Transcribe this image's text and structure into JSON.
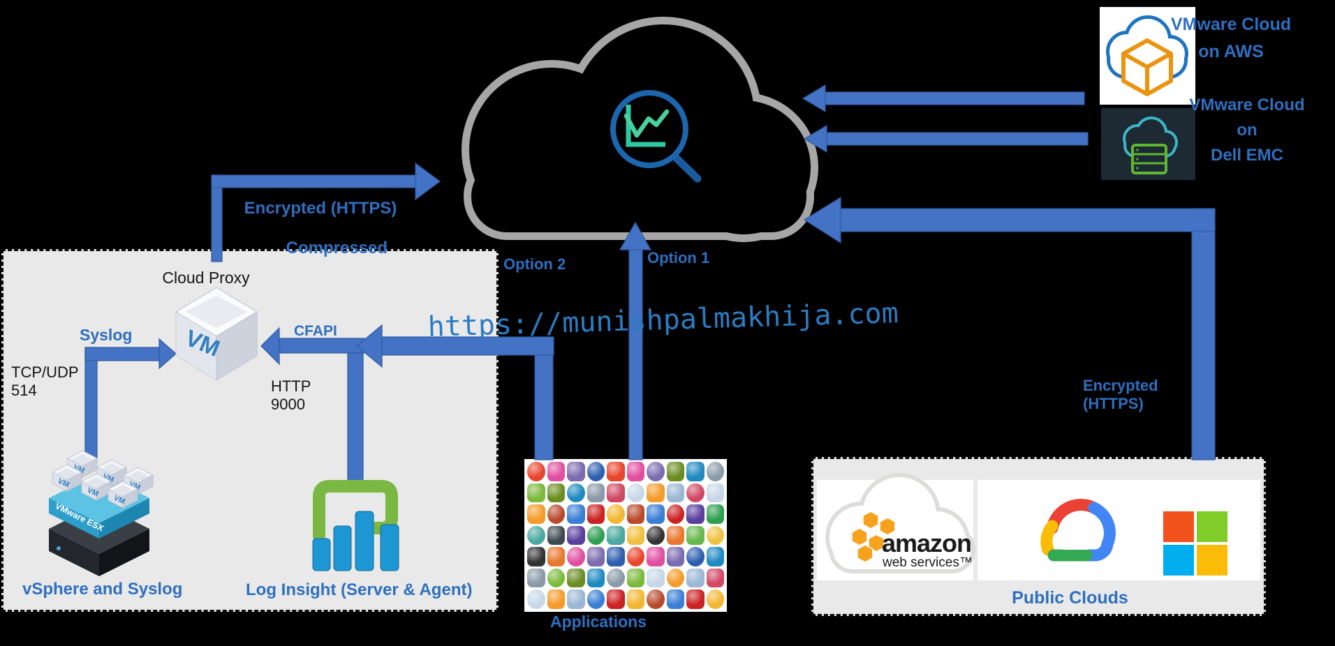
{
  "colors": {
    "arrow_blue": "#4472c4",
    "label_blue": "#2e6fc0",
    "cloud_gray": "#a6a6a6",
    "panel_gray": "#e9e9e9",
    "teal": "#2ec9a4",
    "magnifier_blue": "#1c66ae",
    "dell_bg": "#1e2a33",
    "aws_orange": "#f6a21d",
    "loginsight_green": "#7ab843",
    "loginsight_bar_blue": "#1d96d4",
    "vm_text_blue": "#2f7fc1",
    "watermark_blue": "#2b7cc2"
  },
  "watermark": {
    "text": "https://munishpalmakhija.com"
  },
  "flows": {
    "encrypted_compressed_line1": "Encrypted (HTTPS)",
    "encrypted_compressed_line2": "Compressed",
    "option1_label": "Option 1",
    "option2_label": "Option 2",
    "encrypted_line1": "Encrypted",
    "encrypted_line2": "(HTTPS)"
  },
  "onprem": {
    "cloud_proxy_label": "Cloud Proxy",
    "vm_label": "VM",
    "syslog_label": "Syslog",
    "tcp_udp_line1": "TCP/UDP",
    "tcp_udp_line2": "514",
    "cfapi_label": "CFAPI",
    "http_line1": "HTTP",
    "http_line2": "9000",
    "esx_band_label": "VMware ESX",
    "esx_vm_label": "VM",
    "vsphere_label": "vSphere and Syslog",
    "log_insight_label": "Log Insight (Server & Agent)"
  },
  "vmware_clouds": {
    "aws_line1": "VMware Cloud",
    "aws_line2": "on AWS",
    "dell_line1": "VMware Cloud",
    "dell_line2": "on",
    "dell_line3": "Dell EMC"
  },
  "applications": {
    "label": "Applications",
    "grid_rows": 7,
    "grid_cols": 10
  },
  "public_clouds": {
    "label": "Public Clouds",
    "aws_logo_line1": "amazon",
    "aws_logo_line2": "web services™"
  }
}
